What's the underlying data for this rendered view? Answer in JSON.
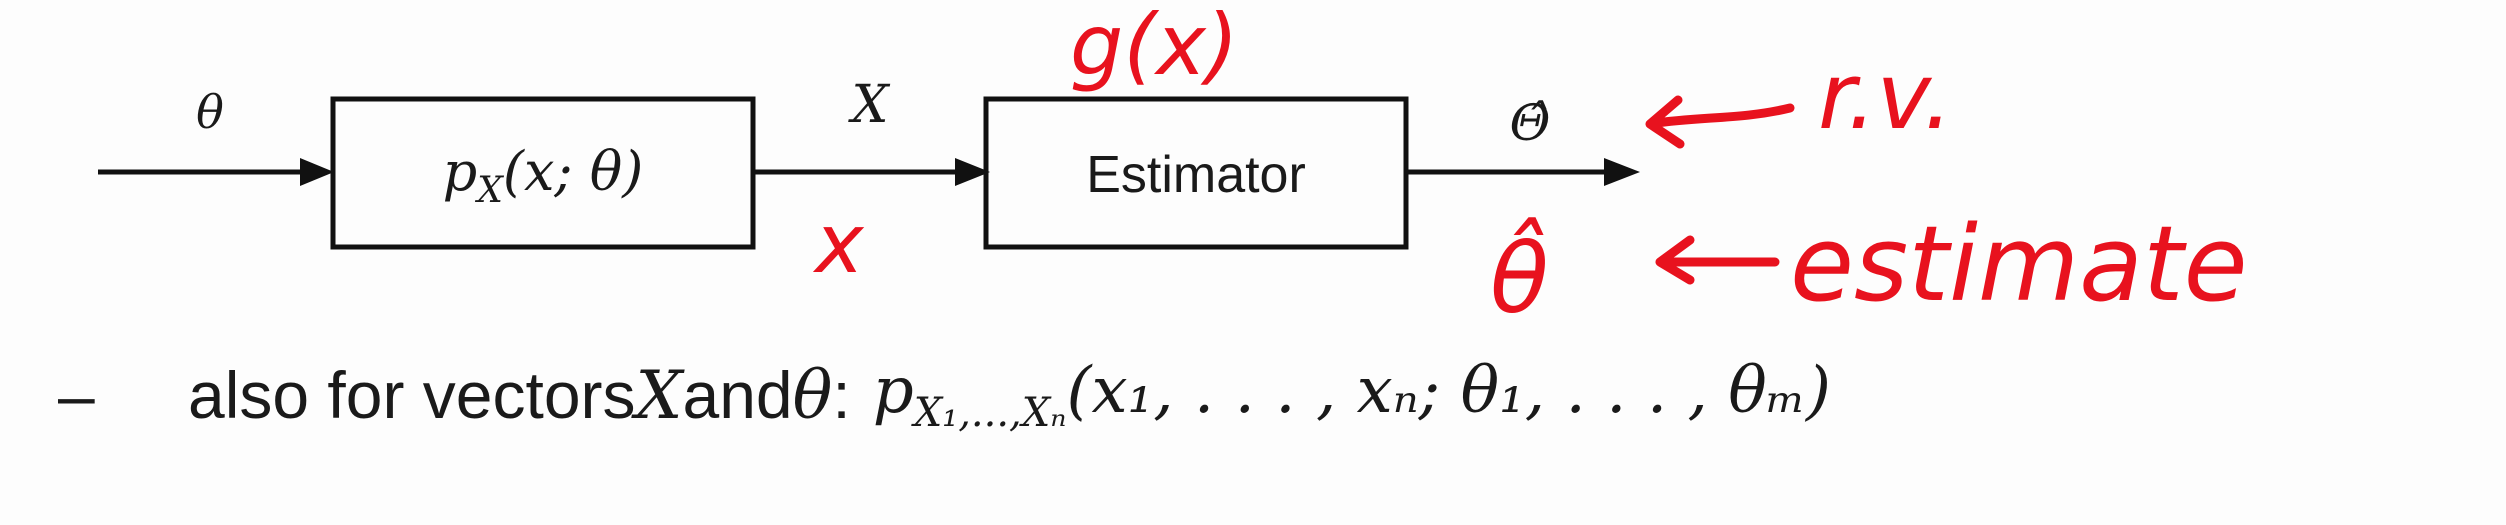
{
  "diagram": {
    "input_label": "θ",
    "model_box_label": "p_X(x;θ)",
    "model_box_main": "p",
    "model_box_sub": "X",
    "model_box_args": "(x; θ)",
    "middle_label": "X",
    "estimator_label": "Estimator",
    "output_label": "Θ̂"
  },
  "annotations": {
    "function_label": "g(x)",
    "observed_label": "x",
    "rv_label": "r.v.",
    "estimate_symbol": "θ̂",
    "estimate_label": "estimate"
  },
  "bullet": {
    "dash": "–",
    "text_prefix": "also for vectors ",
    "var_x": "X",
    "text_and": " and ",
    "var_theta": "θ",
    "colon": ":",
    "formula": "p_{X1,...,Xn}(x1,...,xn; θ1,...,θm)",
    "formula_p": "p",
    "formula_sub": "X₁,...,Xₙ",
    "formula_args": "(x₁, . . . , xₙ; θ₁, . . . , θₘ)"
  },
  "colors": {
    "ink": "#e8121e",
    "text": "#1a1a1a"
  }
}
